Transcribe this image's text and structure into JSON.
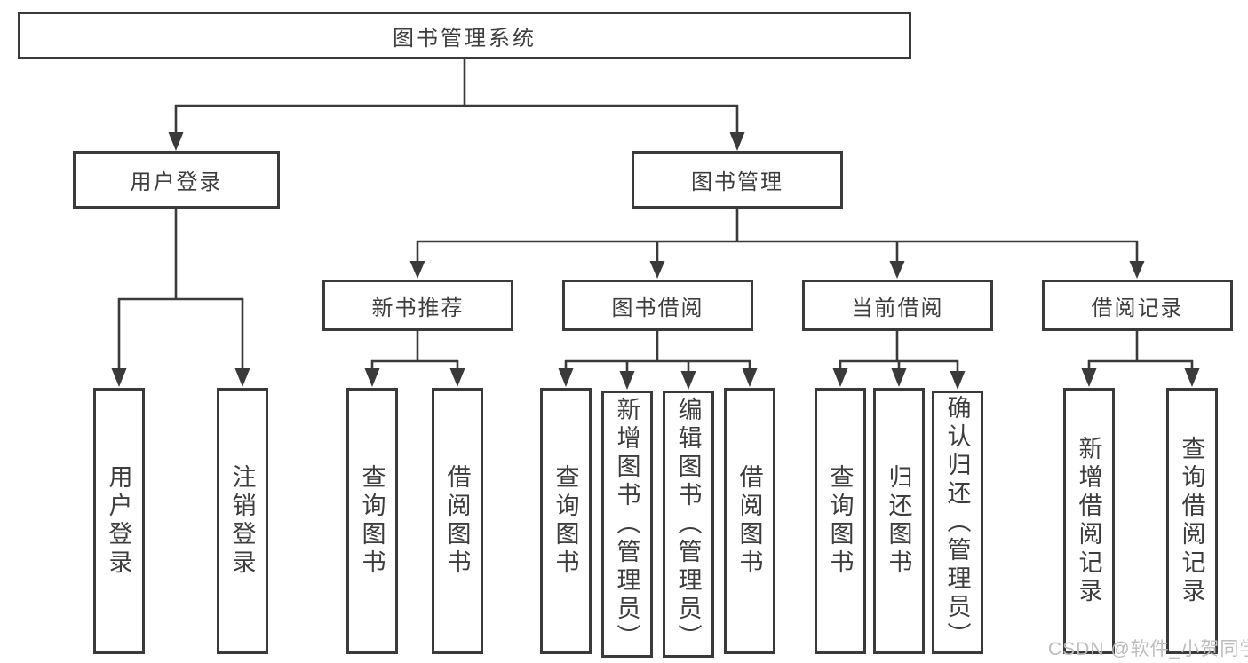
{
  "diagram": {
    "root": "图书管理系统",
    "level2": [
      "用户登录",
      "图书管理"
    ],
    "level3": [
      "新书推荐",
      "图书借阅",
      "当前借阅",
      "借阅记录"
    ],
    "leaves": {
      "user_login": [
        "用户登录",
        "注销登录"
      ],
      "new_book": [
        "查询图书",
        "借阅图书"
      ],
      "book_borrow": [
        "查询图书",
        "新增图书（管理员）",
        "编辑图书（管理员）",
        "借阅图书"
      ],
      "current_borrow": [
        "查询图书",
        "归还图书",
        "确认归还（管理员）"
      ],
      "borrow_records": [
        "新增借阅记录",
        "查询借阅记录"
      ]
    }
  },
  "colors": {
    "line": "#3a3a3a",
    "text": "#3d3d3d",
    "background": "#ffffff",
    "watermark": "#bdbdbd"
  },
  "watermark": "CSDN @软件_小贺同学"
}
